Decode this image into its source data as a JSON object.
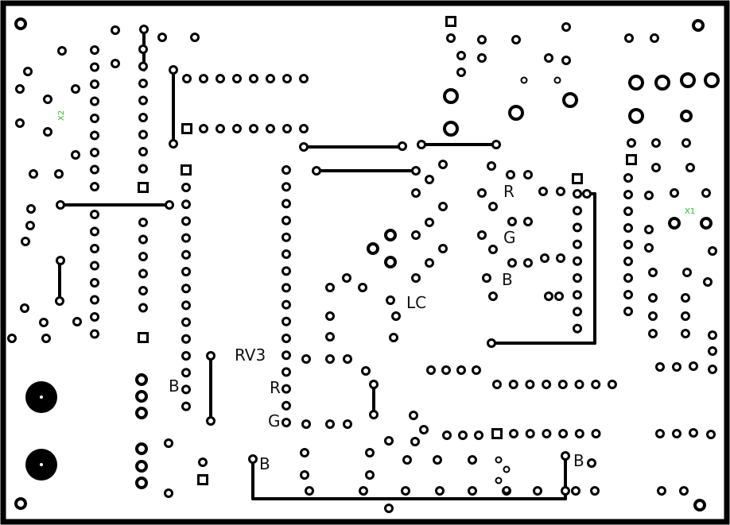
{
  "labels": {
    "rv3": "RV3",
    "lc": "LC",
    "r_top": "R",
    "g_top": "G",
    "b_top": "B",
    "b_left": "B",
    "r_mid": "R",
    "g_mid": "G",
    "b_bot_left": "B",
    "b_bot_right": "B",
    "x1": "X1",
    "x2": "X2"
  },
  "colors": {
    "board_border": "#000000",
    "copper": "#000000",
    "silkscreen_text": "#111111",
    "component_ref": "#2db82d"
  }
}
